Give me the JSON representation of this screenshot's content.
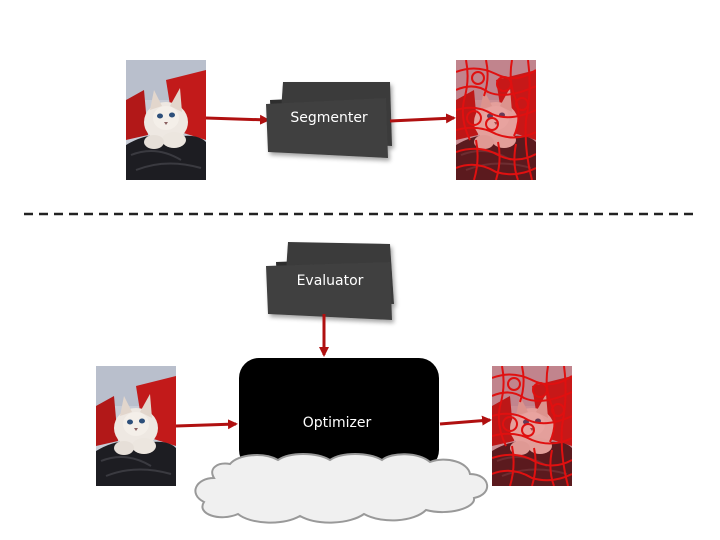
{
  "top": {
    "segmenter_label": "Segmenter"
  },
  "bottom": {
    "evaluator_label": "Evaluator",
    "optimizer_label": "Optimizer"
  },
  "colors": {
    "arrow": "#b01010",
    "box_dark": "#3a3a3a",
    "box_black": "#000000",
    "cloud_fill": "#f0f0f0",
    "cloud_stroke": "#999999",
    "dashed_line": "#222222",
    "segment_overlay": "#d01818"
  },
  "images": {
    "input": "cat-photo",
    "output": "segmented-cat-photo"
  }
}
